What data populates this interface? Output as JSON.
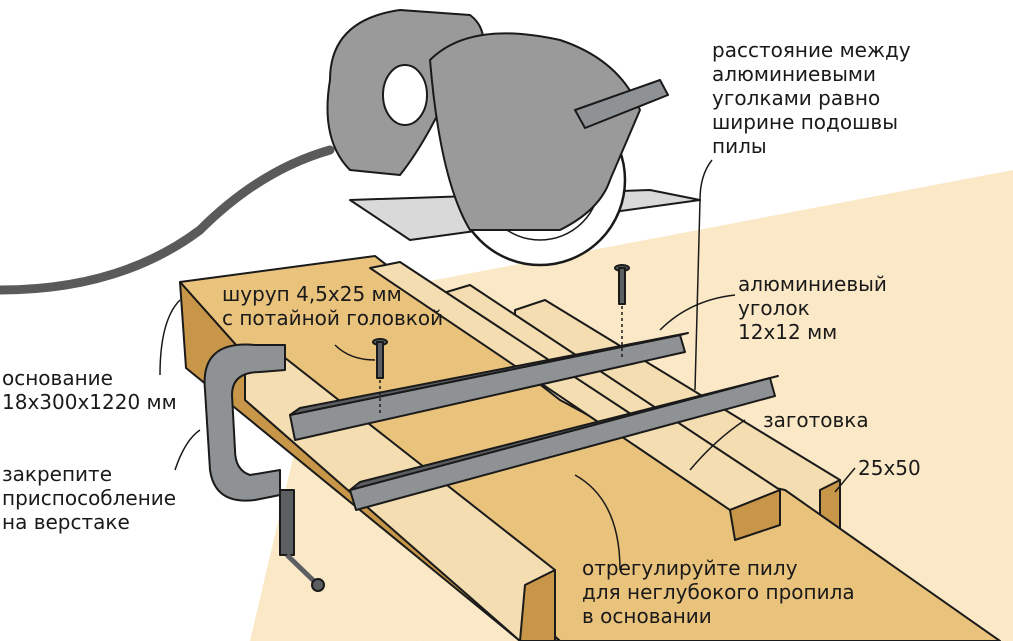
{
  "colors": {
    "wood_light": "#f4ddb0",
    "wood_mid": "#e9c27c",
    "wood_dark": "#c79648",
    "metal": "#8f9295",
    "metal_dark": "#5c5f62",
    "saw_body": "#9a9a9a",
    "outline": "#1a1a1a",
    "background_panel": "#fbe8c6"
  },
  "icons": {
    "saw": "circular-saw-icon",
    "clamp": "c-clamp-icon",
    "screw": "countersunk-screw-icon"
  },
  "labels": {
    "saw_distance": [
      "расстояние между",
      "алюминиевыми",
      "уголками равно",
      "ширине подошвы",
      "пилы"
    ],
    "screw": [
      "шуруп 4,5х25 мм",
      "с потайной головкой"
    ],
    "angle": [
      "алюминиевый",
      "уголок",
      "12х12 мм"
    ],
    "base": [
      "основание",
      "18х300х1220 мм"
    ],
    "workpiece": [
      "заготовка"
    ],
    "strip": [
      "25х50"
    ],
    "clamp": [
      "закрепите",
      "приспособление",
      "на верстаке"
    ],
    "adjust": [
      "отрегулируйте пилу",
      "для неглубокого пропила",
      "в основании"
    ]
  }
}
